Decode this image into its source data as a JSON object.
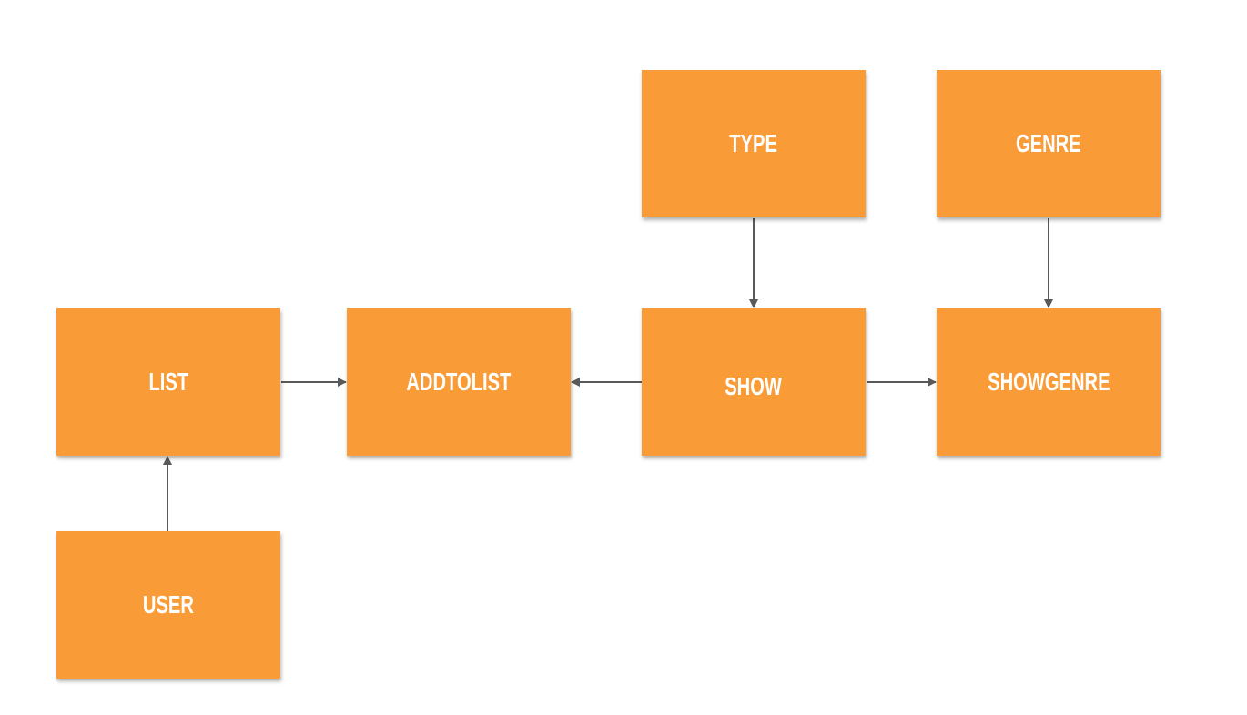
{
  "diagram": {
    "background": "#ffffff",
    "node_color": "#f99b36",
    "node_text_color": "#ffffff",
    "edge_color": "#595959",
    "nodes": {
      "type": "TYPE",
      "genre": "GENRE",
      "list": "LIST",
      "addtolist": "ADDTOLIST",
      "show": "SHOW",
      "showgenre": "SHOWGENRE",
      "user": "USER"
    },
    "edges": [
      {
        "from": "TYPE",
        "to": "SHOW"
      },
      {
        "from": "GENRE",
        "to": "SHOWGENRE"
      },
      {
        "from": "LIST",
        "to": "ADDTOLIST"
      },
      {
        "from": "SHOW",
        "to": "ADDTOLIST"
      },
      {
        "from": "SHOW",
        "to": "SHOWGENRE"
      },
      {
        "from": "USER",
        "to": "LIST"
      }
    ]
  }
}
